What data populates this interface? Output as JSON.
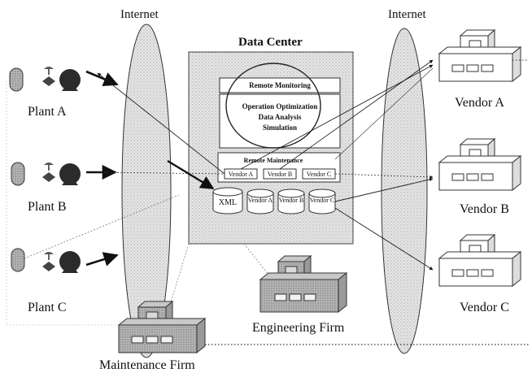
{
  "internet_left": "Internet",
  "internet_right": "Internet",
  "data_center": {
    "title": "Data Center",
    "remote_monitoring": "Remote Monitoring",
    "optimization_lines": [
      "Operation Optimization",
      "Data Analysis",
      "Simulation"
    ],
    "remote_maintenance": "Remote Maintenance",
    "vendor_tabs": [
      "Vendor A",
      "Vendor B",
      "Vendor C"
    ],
    "databases": [
      "XML",
      "Vendor A",
      "Vendor B",
      "Vendor C"
    ]
  },
  "plants": [
    "Plant A",
    "Plant B",
    "Plant C"
  ],
  "vendors": [
    "Vendor A",
    "Vendor B",
    "Vendor C"
  ],
  "engineering_firm": "Engineering Firm",
  "maintenance_firm": "Maintenance Firm",
  "colors": {
    "gray_fill": "#bdbdbd",
    "dark_fill": "#707070",
    "line": "#222222"
  }
}
